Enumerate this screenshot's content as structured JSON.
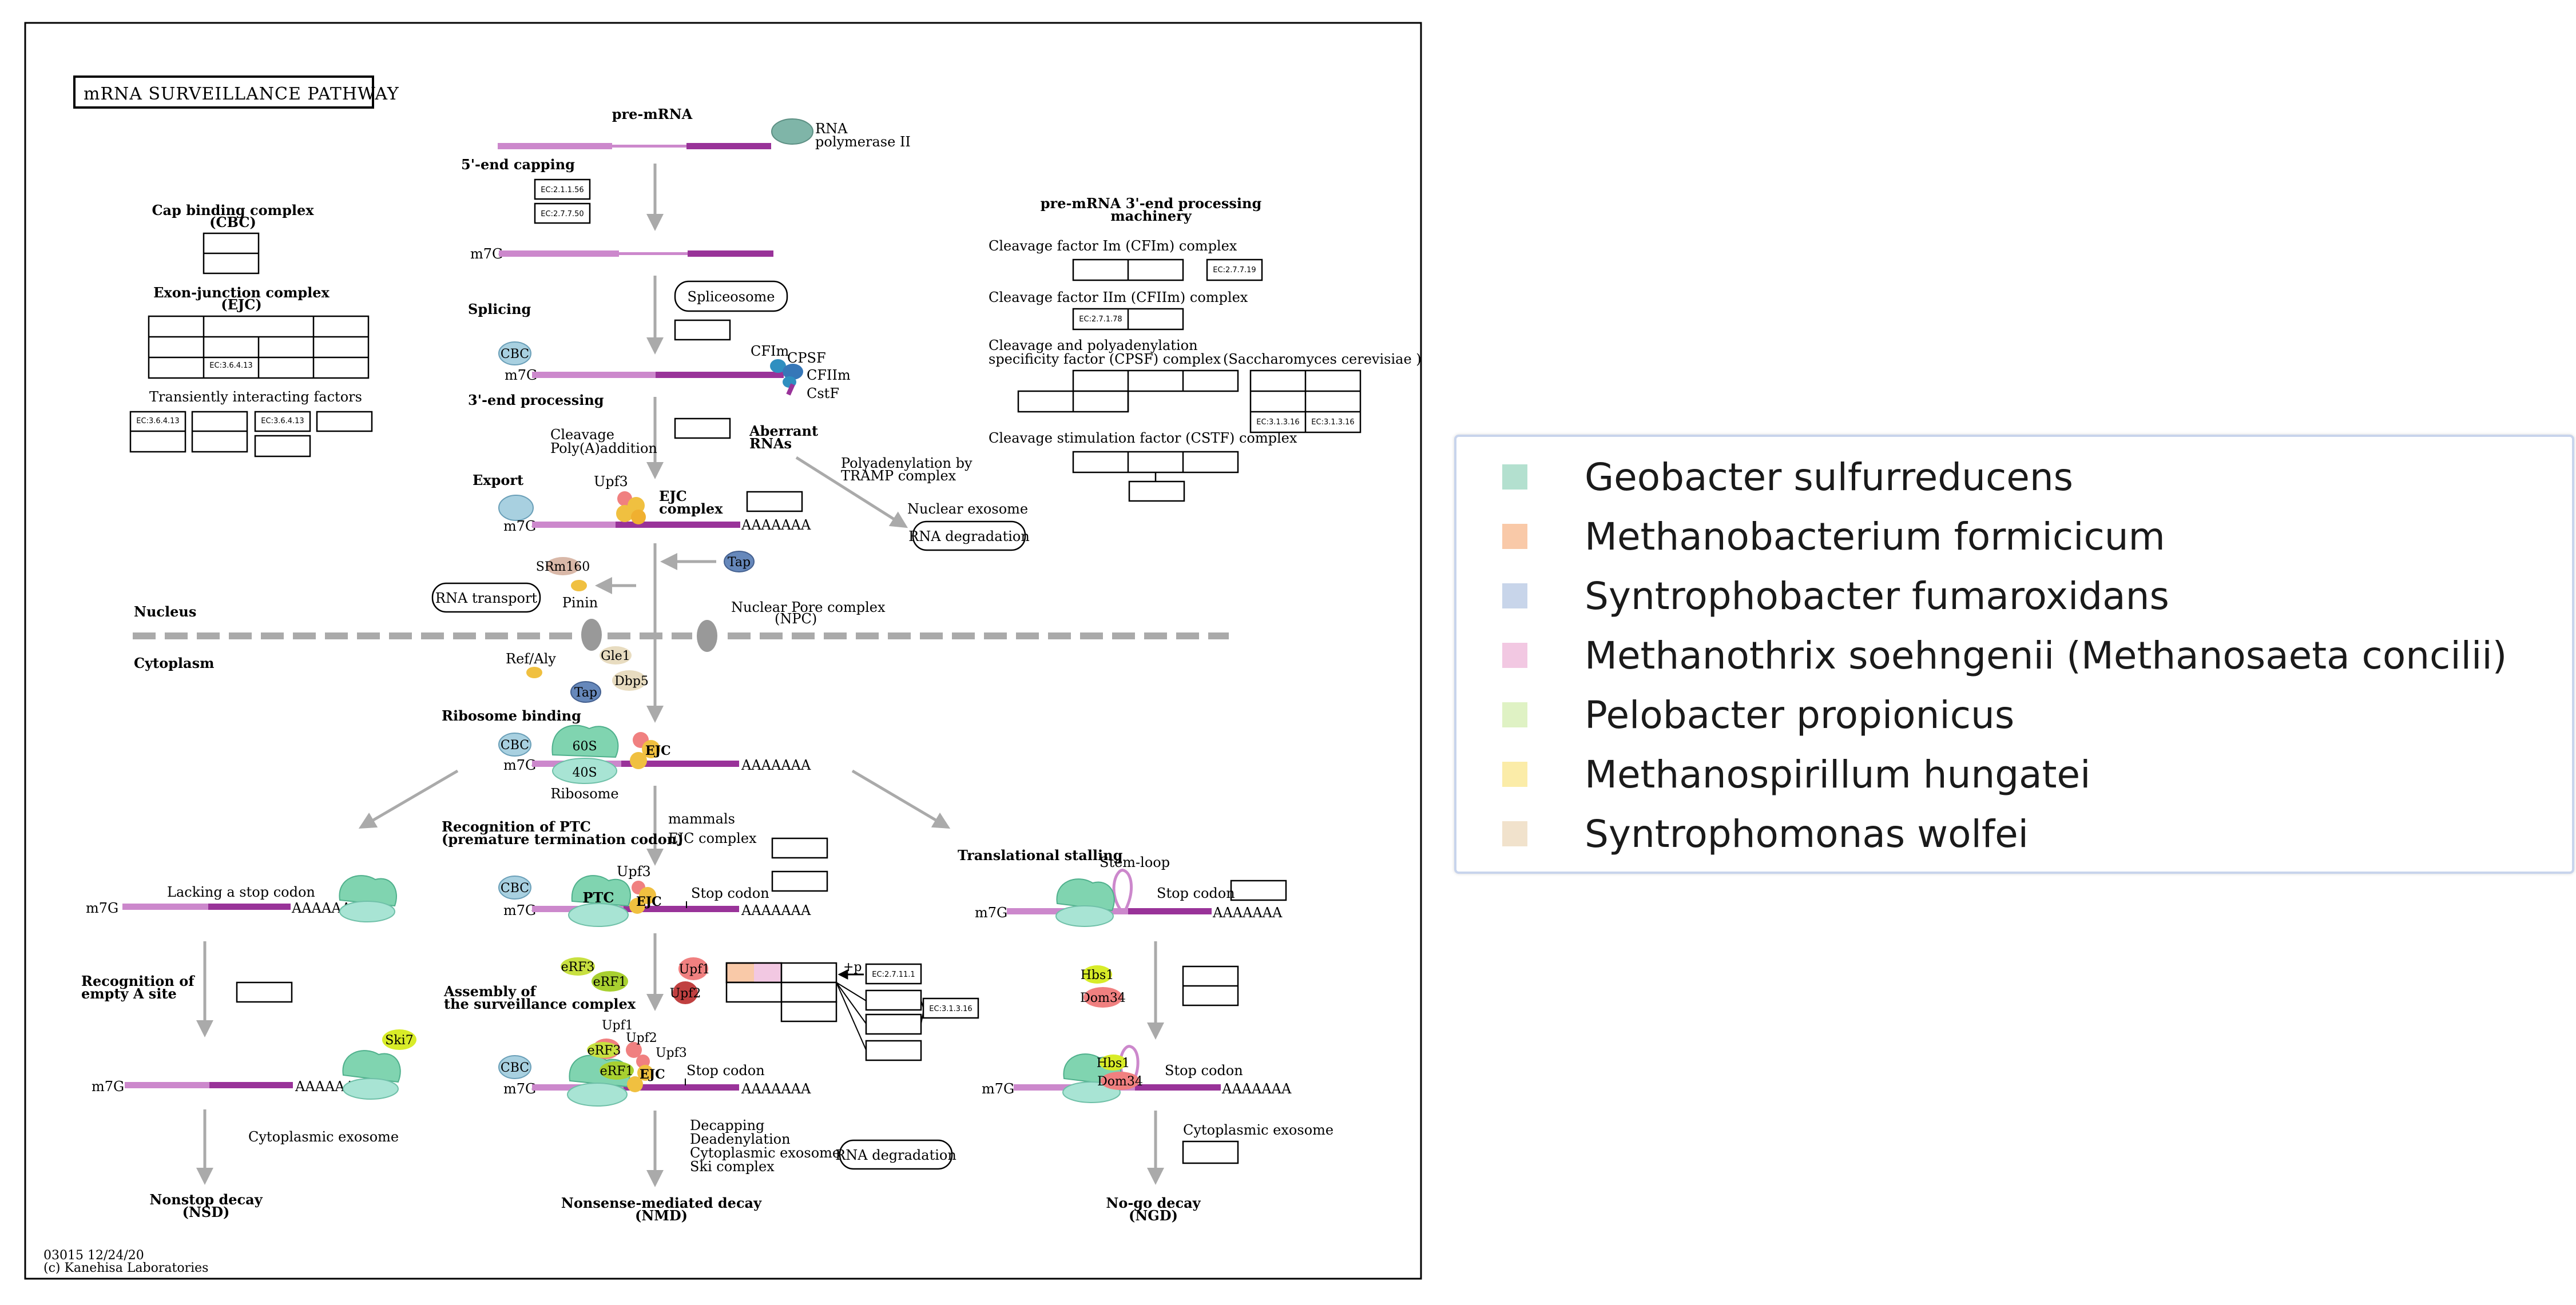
{
  "title": "mRNA SURVEILLANCE PATHWAY",
  "footer": {
    "code": "03015 12/24/20",
    "copyright": "(c) Kanehisa Laboratories"
  },
  "left_panel": {
    "cbc_title": "Cap binding complex",
    "cbc_sub": "(CBC)",
    "ejc_title": "Exon-junction complex",
    "ejc_sub": "(EJC)",
    "ejc_ec": "EC:3.6.4.13",
    "tif_title": "Transiently interacting factors",
    "tif_ec1": "EC:3.6.4.13",
    "tif_ec2": "EC:3.6.4.13"
  },
  "center": {
    "pre_mrna": "pre-mRNA",
    "rna_pol_1": "RNA",
    "rna_pol_2": "polymerase II",
    "capping": "5'-end capping",
    "ec_capping_1": "EC:2.1.1.56",
    "ec_capping_2": "EC:2.7.7.50",
    "m7g": "m7G",
    "splicing": "Splicing",
    "spliceosome": "Spliceosome",
    "cbc": "CBC",
    "cfim": "CFIm",
    "cpsf": "CPSF",
    "cfiim": "CFIIm",
    "cstf": "CstF",
    "processing_3": "3'-end processing",
    "cleavage_1": "Cleavage",
    "cleavage_2": "Poly(A)addition",
    "aberrant_1": "Aberrant",
    "aberrant_2": "RNAs",
    "export": "Export",
    "upf3": "Upf3",
    "ejc_complex_1": "EJC",
    "ejc_complex_2": "complex",
    "polya": "AAAAAAA",
    "polyadenylation_1": "Polyadenylation by",
    "polyadenylation_2": "TRAMP complex",
    "nuclear_exosome": "Nuclear exosome",
    "rna_degradation": "RNA degradation",
    "srm160": "SRm160",
    "tap": "Tap",
    "rna_transport": "RNA transport",
    "pinin": "Pinin",
    "nucleus": "Nucleus",
    "cytoplasm": "Cytoplasm",
    "npc_1": "Nuclear Pore complex",
    "npc_2": "(NPC)",
    "gle1": "Gle1",
    "refaly": "Ref/Aly",
    "dbp5": "Dbp5",
    "ribosome_binding": "Ribosome binding",
    "s60": "60S",
    "s40": "40S",
    "ejc": "EJC",
    "ribosome": "Ribosome",
    "ptc_1": "Recognition of PTC",
    "ptc_2": "(premature termination codon)",
    "mammals_1": "mammals",
    "mammals_2": "EJC complex",
    "ptc": "PTC",
    "stop_codon": "Stop codon",
    "erf3": "eRF3",
    "erf1": "eRF1",
    "upf1": "Upf1",
    "upf2": "Upf2",
    "p": "+p",
    "ec_upf_1": "EC:2.7.11.1",
    "ec_upf_2": "EC:3.1.3.16",
    "assembly_1": "Assembly of",
    "assembly_2": "the surveillance complex",
    "decay_1": "Decapping",
    "decay_2": "Deadenylation",
    "decay_3": "Cytoplasmic exosome",
    "decay_4": "Ski complex",
    "nmd_1": "Nonsense-mediated decay",
    "nmd_2": "(NMD)"
  },
  "nsd": {
    "lacking": "Lacking a stop codon",
    "recog_1": "Recognition of",
    "recog_2": "empty A site",
    "ski7": "Ski7",
    "exosome": "Cytoplasmic exosome",
    "label_1": "Nonstop decay",
    "label_2": "(NSD)"
  },
  "ngd": {
    "stalling": "Translational stalling",
    "stem_loop": "Stem-loop",
    "hbs1": "Hbs1",
    "dom34": "Dom34",
    "exosome": "Cytoplasmic exosome",
    "label_1": "No-go decay",
    "label_2": "(NGD)"
  },
  "right_panel": {
    "title_1": "pre-mRNA 3'-end processing",
    "title_2": "machinery",
    "cfim": "Cleavage factor Im (CFIm) complex",
    "ec_cfim": "EC:2.7.7.19",
    "cfiim": "Cleavage factor IIm (CFIIm) complex",
    "ec_cfiim": "EC:2.7.1.78",
    "cpsf_1": "Cleavage and polyadenylation",
    "cpsf_2": "specificity factor (CPSF) complex",
    "sacch": "(Saccharomyces cerevisiae )",
    "ec_cpsf_1": "EC:3.1.3.16",
    "ec_cpsf_2": "EC:3.1.3.16",
    "cstf": "Cleavage stimulation factor (CSTF) complex"
  },
  "legend": {
    "items": [
      {
        "label": "Geobacter sulfurreducens",
        "color": "#b3e0cf"
      },
      {
        "label": "Methanobacterium formicicum",
        "color": "#f9c9a8"
      },
      {
        "label": "Syntrophobacter fumaroxidans",
        "color": "#c8d5ea"
      },
      {
        "label": "Methanothrix soehngenii (Methanosaeta concilii)",
        "color": "#f2c8e2"
      },
      {
        "label": "Pelobacter propionicus",
        "color": "#dff2c4"
      },
      {
        "label": "Methanospirillum hungatei",
        "color": "#fbeca8"
      },
      {
        "label": "Syntrophomonas wolfei",
        "color": "#f1e2cc"
      }
    ]
  },
  "colors": {
    "mrna_light": "#cc88cc",
    "mrna_dark": "#993399",
    "ribosome": "#80d4b0",
    "cbc": "#a8d0e0",
    "upf": "#f08080",
    "ejc": "#f0c040",
    "erf": "#c8e040",
    "tap": "#6688bb",
    "gray": "#999999"
  }
}
